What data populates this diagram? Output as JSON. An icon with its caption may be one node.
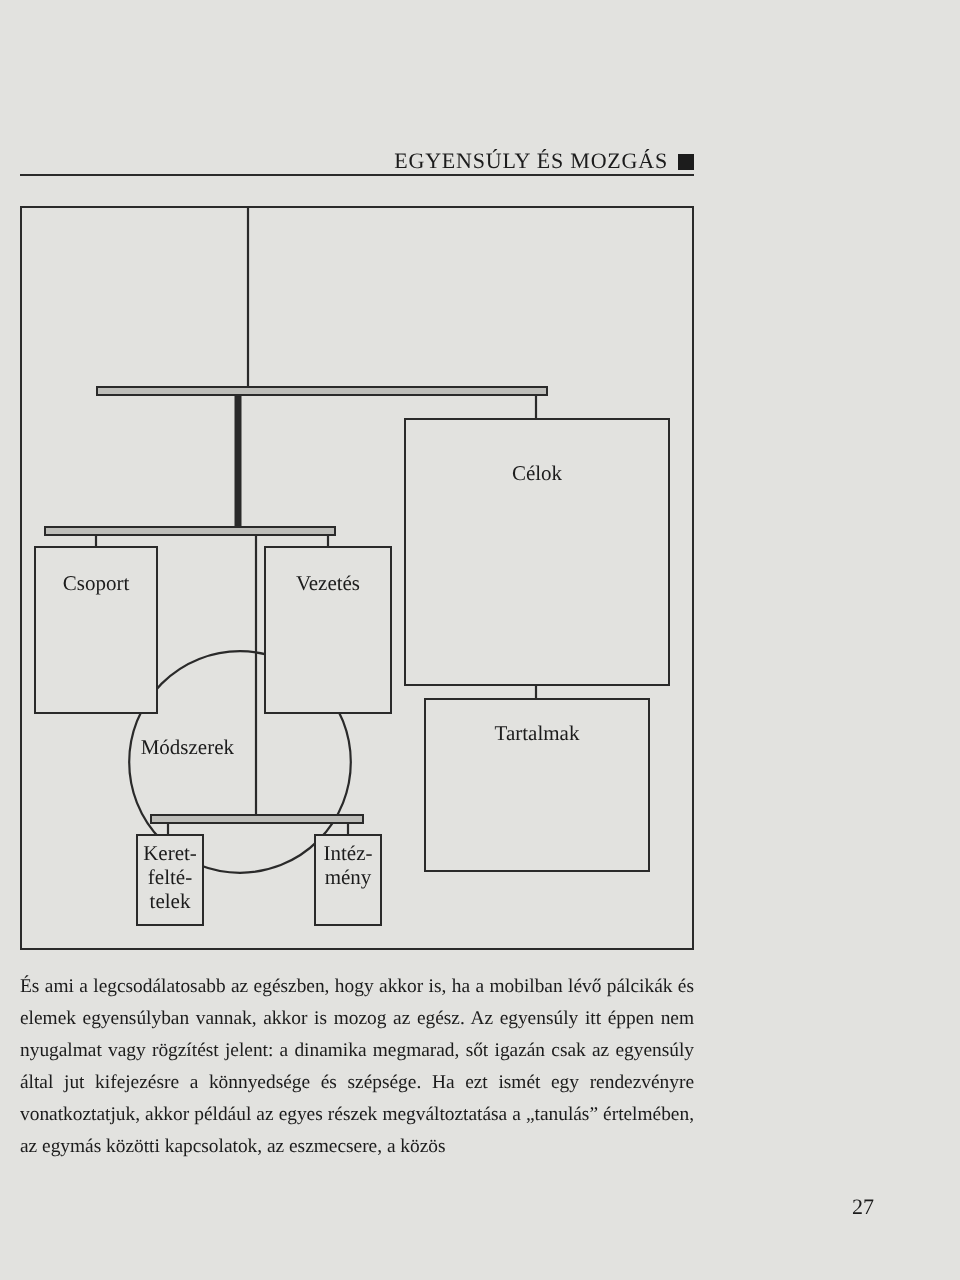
{
  "diagram": {
    "nodes": [
      {
        "text": [],
        "shape": "bar"
      },
      {
        "text": [
          "Célok"
        ]
      },
      {
        "text": [],
        "shape": "bar"
      },
      {
        "text": [
          "Csoport"
        ]
      },
      {
        "text": [
          "Vezetés"
        ]
      },
      {
        "text": [
          "Módszerek"
        ]
      },
      {
        "text": [
          "Tartalmak"
        ]
      },
      {
        "text": [],
        "shape": "bar"
      },
      {
        "text": [
          "Keret- felté- telek"
        ]
      },
      {
        "text": [
          "Intéz- mény"
        ]
      }
    ],
    "edges": [
      {
        "from": null,
        "to": 0,
        "arrow": "none"
      },
      {
        "from": 0,
        "to": 2,
        "arrow": "none",
        "style": "thick"
      },
      {
        "from": 0,
        "to": 1,
        "arrow": "none"
      },
      {
        "from": 2,
        "to": 3,
        "arrow": "none"
      },
      {
        "from": 2,
        "to": 4,
        "arrow": "none"
      },
      {
        "from": 2,
        "to": 5,
        "arrow": "none"
      },
      {
        "from": 5,
        "to": 7,
        "arrow": "none"
      },
      {
        "from": 7,
        "to": 8,
        "arrow": "none"
      },
      {
        "from": 7,
        "to": 9,
        "arrow": "none"
      },
      {
        "from": 1,
        "to": 6,
        "arrow": "none"
      }
    ],
    "labels": [
      "EGYENSÚLY ÉS MOZGÁS",
      "És ami a legcsodálatosabb az egészben, hogy akkor is, ha a mobilban lévő pálcikák és elemek egyensúlyban vannak, akkor is mozog az egész. Az egyensúly itt éppen nem nyugalmat vagy rögzítést jelent: a dinamika megmarad, sőt igazán csak az egyensúly által jut kifejezésre a könnyedsége és szépsége. Ha ezt ismét egy rendezvényre vonatkoztatjuk, akkor például az egyes részek megváltoztatása a „tanulás” értelmében, az egymás közötti kapcsolatok, az eszmecsere, a közös",
      "27"
    ]
  }
}
